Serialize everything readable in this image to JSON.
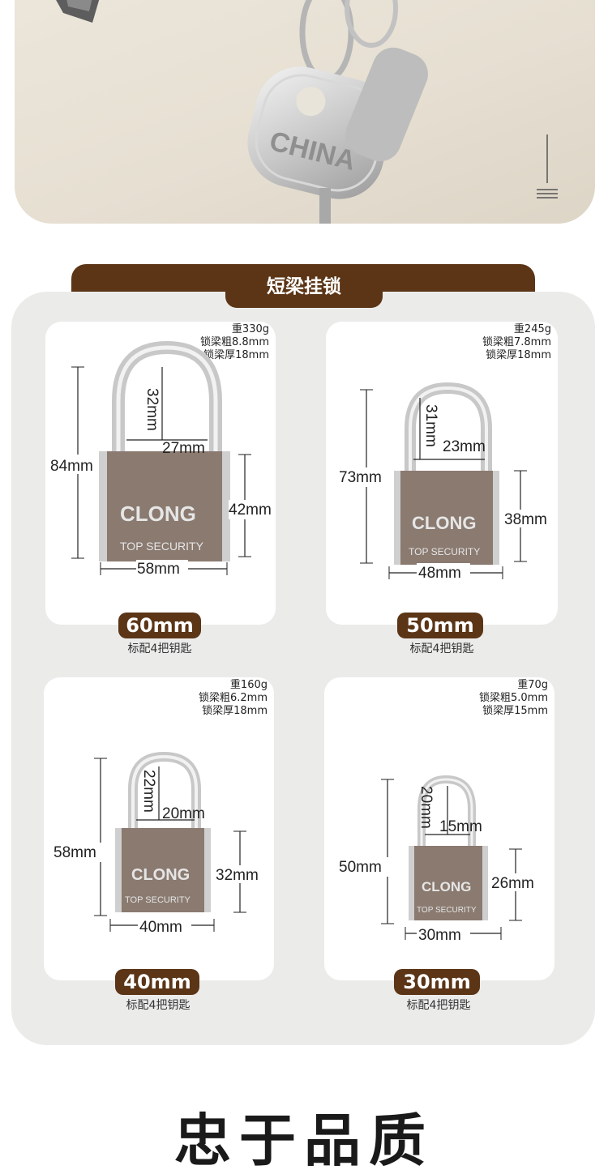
{
  "hero": {
    "key_stamp": "CHINA"
  },
  "section": {
    "title": "短梁挂锁"
  },
  "brand": {
    "logo": "CLONG",
    "tagline": "TOP SECURITY"
  },
  "colors": {
    "brown": "#5b3516",
    "panel": "#ebebea"
  },
  "locks": [
    {
      "weight": "重330g",
      "shackle_dia": "锁梁粗8.8mm",
      "shackle_thick": "锁梁厚18mm",
      "height": "84mm",
      "shackle_height": "32mm",
      "shackle_width": "27mm",
      "body_height": "42mm",
      "body_width": "58mm",
      "size": "60mm",
      "keys": "标配4把钥匙"
    },
    {
      "weight": "重245g",
      "shackle_dia": "锁梁粗7.8mm",
      "shackle_thick": "锁梁厚18mm",
      "height": "73mm",
      "shackle_height": "31mm",
      "shackle_width": "23mm",
      "body_height": "38mm",
      "body_width": "48mm",
      "size": "50mm",
      "keys": "标配4把钥匙"
    },
    {
      "weight": "重160g",
      "shackle_dia": "锁梁粗6.2mm",
      "shackle_thick": "锁梁厚18mm",
      "height": "58mm",
      "shackle_height": "22mm",
      "shackle_width": "20mm",
      "body_height": "32mm",
      "body_width": "40mm",
      "size": "40mm",
      "keys": "标配4把钥匙"
    },
    {
      "weight": "重70g",
      "shackle_dia": "锁梁粗5.0mm",
      "shackle_thick": "锁梁厚15mm",
      "height": "50mm",
      "shackle_height": "20mm",
      "shackle_width": "15mm",
      "body_height": "26mm",
      "body_width": "30mm",
      "size": "30mm",
      "keys": "标配4把钥匙"
    }
  ],
  "footer": {
    "heading": "忠于品质"
  }
}
